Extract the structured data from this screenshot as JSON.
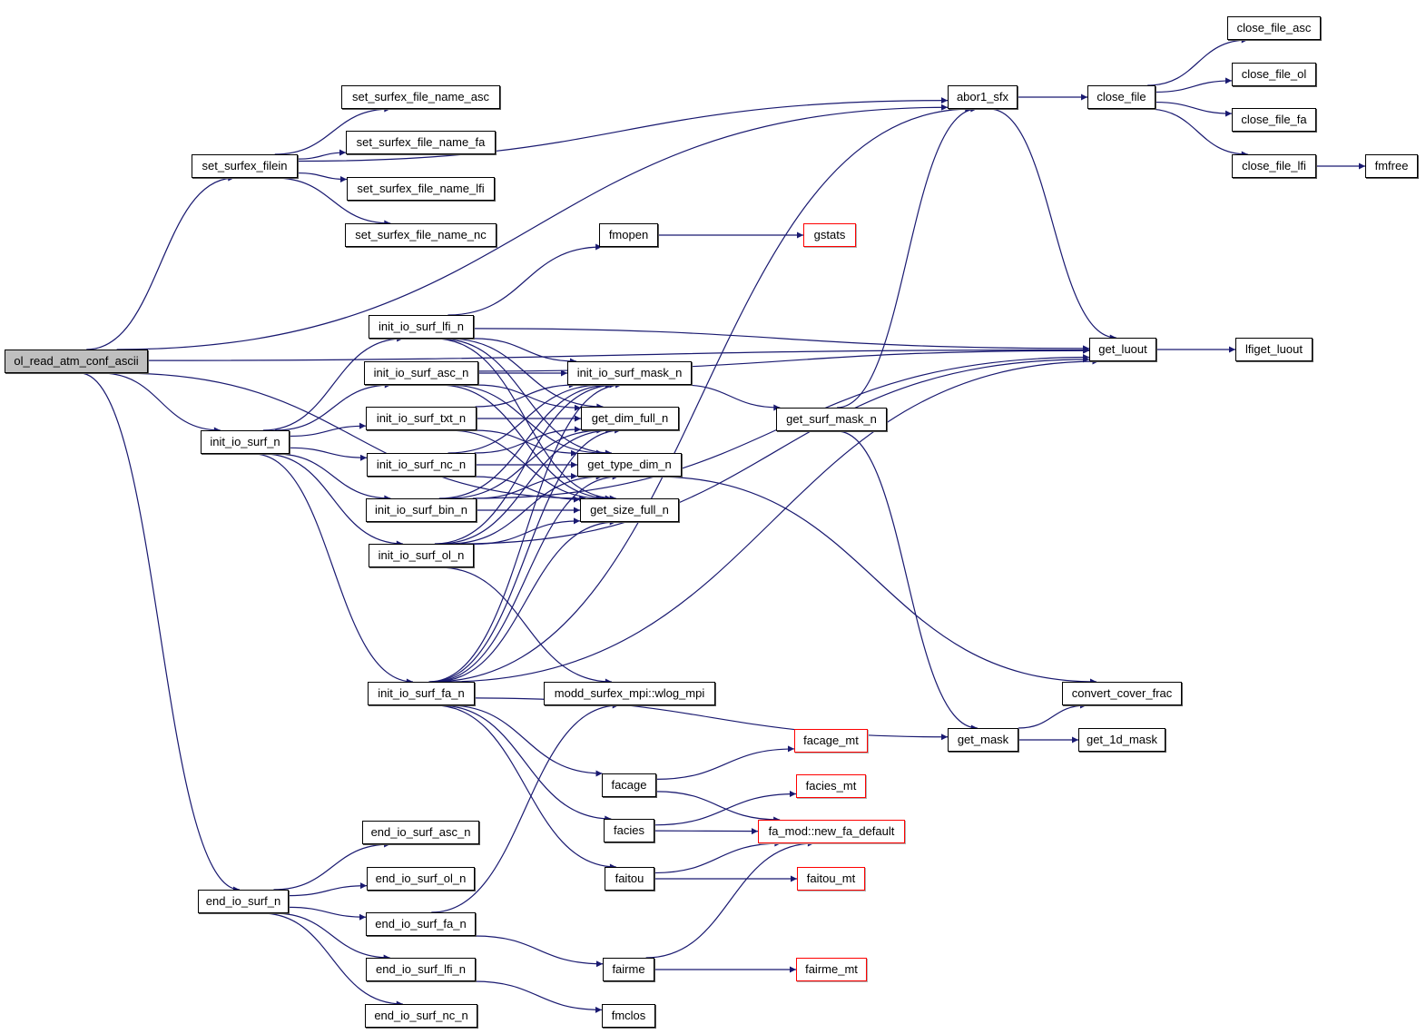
{
  "diagram": {
    "type": "call-graph",
    "edge_color": "#191970",
    "root_fill": "#bfbfbf",
    "external_border": "#ff0000",
    "nodes": [
      {
        "id": "ol_read_atm_conf_ascii",
        "label": "ol_read_atm_conf_ascii",
        "kind": "root"
      },
      {
        "id": "set_surfex_filein",
        "label": "set_surfex_filein",
        "kind": "normal"
      },
      {
        "id": "set_surfex_file_name_asc",
        "label": "set_surfex_file_name_asc",
        "kind": "normal"
      },
      {
        "id": "set_surfex_file_name_fa",
        "label": "set_surfex_file_name_fa",
        "kind": "normal"
      },
      {
        "id": "set_surfex_file_name_lfi",
        "label": "set_surfex_file_name_lfi",
        "kind": "normal"
      },
      {
        "id": "set_surfex_file_name_nc",
        "label": "set_surfex_file_name_nc",
        "kind": "normal"
      },
      {
        "id": "init_io_surf_n",
        "label": "init_io_surf_n",
        "kind": "normal"
      },
      {
        "id": "init_io_surf_lfi_n",
        "label": "init_io_surf_lfi_n",
        "kind": "normal"
      },
      {
        "id": "init_io_surf_asc_n",
        "label": "init_io_surf_asc_n",
        "kind": "normal"
      },
      {
        "id": "init_io_surf_txt_n",
        "label": "init_io_surf_txt_n",
        "kind": "normal"
      },
      {
        "id": "init_io_surf_nc_n",
        "label": "init_io_surf_nc_n",
        "kind": "normal"
      },
      {
        "id": "init_io_surf_bin_n",
        "label": "init_io_surf_bin_n",
        "kind": "normal"
      },
      {
        "id": "init_io_surf_ol_n",
        "label": "init_io_surf_ol_n",
        "kind": "normal"
      },
      {
        "id": "init_io_surf_fa_n",
        "label": "init_io_surf_fa_n",
        "kind": "normal"
      },
      {
        "id": "end_io_surf_n",
        "label": "end_io_surf_n",
        "kind": "normal"
      },
      {
        "id": "end_io_surf_asc_n",
        "label": "end_io_surf_asc_n",
        "kind": "normal"
      },
      {
        "id": "end_io_surf_ol_n",
        "label": "end_io_surf_ol_n",
        "kind": "normal"
      },
      {
        "id": "end_io_surf_fa_n",
        "label": "end_io_surf_fa_n",
        "kind": "normal"
      },
      {
        "id": "end_io_surf_lfi_n",
        "label": "end_io_surf_lfi_n",
        "kind": "normal"
      },
      {
        "id": "end_io_surf_nc_n",
        "label": "end_io_surf_nc_n",
        "kind": "normal"
      },
      {
        "id": "fmopen",
        "label": "fmopen",
        "kind": "normal"
      },
      {
        "id": "gstats",
        "label": "gstats",
        "kind": "external"
      },
      {
        "id": "init_io_surf_mask_n",
        "label": "init_io_surf_mask_n",
        "kind": "normal"
      },
      {
        "id": "get_dim_full_n",
        "label": "get_dim_full_n",
        "kind": "normal"
      },
      {
        "id": "get_type_dim_n",
        "label": "get_type_dim_n",
        "kind": "normal"
      },
      {
        "id": "get_size_full_n",
        "label": "get_size_full_n",
        "kind": "normal"
      },
      {
        "id": "modd_surfex_mpi_wlog_mpi",
        "label": "modd_surfex_mpi::wlog_mpi",
        "kind": "normal"
      },
      {
        "id": "facage",
        "label": "facage",
        "kind": "normal"
      },
      {
        "id": "facies",
        "label": "facies",
        "kind": "normal"
      },
      {
        "id": "faitou",
        "label": "faitou",
        "kind": "normal"
      },
      {
        "id": "fairme",
        "label": "fairme",
        "kind": "normal"
      },
      {
        "id": "fmclos",
        "label": "fmclos",
        "kind": "normal"
      },
      {
        "id": "facage_mt",
        "label": "facage_mt",
        "kind": "external"
      },
      {
        "id": "facies_mt",
        "label": "facies_mt",
        "kind": "external"
      },
      {
        "id": "fa_mod_new_fa_default",
        "label": "fa_mod::new_fa_default",
        "kind": "external"
      },
      {
        "id": "faitou_mt",
        "label": "faitou_mt",
        "kind": "external"
      },
      {
        "id": "fairme_mt",
        "label": "fairme_mt",
        "kind": "external"
      },
      {
        "id": "abor1_sfx",
        "label": "abor1_sfx",
        "kind": "normal"
      },
      {
        "id": "get_surf_mask_n",
        "label": "get_surf_mask_n",
        "kind": "normal"
      },
      {
        "id": "get_mask",
        "label": "get_mask",
        "kind": "normal"
      },
      {
        "id": "close_file",
        "label": "close_file",
        "kind": "normal"
      },
      {
        "id": "get_luout",
        "label": "get_luout",
        "kind": "normal"
      },
      {
        "id": "convert_cover_frac",
        "label": "convert_cover_frac",
        "kind": "normal"
      },
      {
        "id": "get_1d_mask",
        "label": "get_1d_mask",
        "kind": "normal"
      },
      {
        "id": "close_file_asc",
        "label": "close_file_asc",
        "kind": "normal"
      },
      {
        "id": "close_file_ol",
        "label": "close_file_ol",
        "kind": "normal"
      },
      {
        "id": "close_file_fa",
        "label": "close_file_fa",
        "kind": "normal"
      },
      {
        "id": "close_file_lfi",
        "label": "close_file_lfi",
        "kind": "normal"
      },
      {
        "id": "lfiget_luout",
        "label": "lfiget_luout",
        "kind": "normal"
      },
      {
        "id": "fmfree",
        "label": "fmfree",
        "kind": "normal"
      }
    ],
    "edges": [
      [
        "ol_read_atm_conf_ascii",
        "set_surfex_filein"
      ],
      [
        "ol_read_atm_conf_ascii",
        "abor1_sfx"
      ],
      [
        "ol_read_atm_conf_ascii",
        "get_luout"
      ],
      [
        "ol_read_atm_conf_ascii",
        "init_io_surf_n"
      ],
      [
        "ol_read_atm_conf_ascii",
        "get_size_full_n"
      ],
      [
        "ol_read_atm_conf_ascii",
        "end_io_surf_n"
      ],
      [
        "set_surfex_filein",
        "abor1_sfx"
      ],
      [
        "set_surfex_filein",
        "set_surfex_file_name_asc"
      ],
      [
        "set_surfex_filein",
        "set_surfex_file_name_fa"
      ],
      [
        "set_surfex_filein",
        "set_surfex_file_name_lfi"
      ],
      [
        "set_surfex_filein",
        "set_surfex_file_name_nc"
      ],
      [
        "init_io_surf_n",
        "init_io_surf_lfi_n"
      ],
      [
        "init_io_surf_n",
        "init_io_surf_asc_n"
      ],
      [
        "init_io_surf_n",
        "init_io_surf_txt_n"
      ],
      [
        "init_io_surf_n",
        "init_io_surf_nc_n"
      ],
      [
        "init_io_surf_n",
        "init_io_surf_bin_n"
      ],
      [
        "init_io_surf_n",
        "init_io_surf_ol_n"
      ],
      [
        "init_io_surf_n",
        "init_io_surf_fa_n"
      ],
      [
        "init_io_surf_lfi_n",
        "fmopen"
      ],
      [
        "init_io_surf_lfi_n",
        "get_luout"
      ],
      [
        "init_io_surf_lfi_n",
        "init_io_surf_mask_n"
      ],
      [
        "init_io_surf_lfi_n",
        "get_dim_full_n"
      ],
      [
        "init_io_surf_lfi_n",
        "get_type_dim_n"
      ],
      [
        "init_io_surf_lfi_n",
        "get_size_full_n"
      ],
      [
        "init_io_surf_asc_n",
        "get_luout"
      ],
      [
        "init_io_surf_asc_n",
        "init_io_surf_mask_n"
      ],
      [
        "init_io_surf_asc_n",
        "get_dim_full_n"
      ],
      [
        "init_io_surf_asc_n",
        "get_type_dim_n"
      ],
      [
        "init_io_surf_asc_n",
        "get_size_full_n"
      ],
      [
        "init_io_surf_txt_n",
        "init_io_surf_mask_n"
      ],
      [
        "init_io_surf_txt_n",
        "get_dim_full_n"
      ],
      [
        "init_io_surf_txt_n",
        "get_type_dim_n"
      ],
      [
        "init_io_surf_txt_n",
        "get_size_full_n"
      ],
      [
        "init_io_surf_nc_n",
        "init_io_surf_mask_n"
      ],
      [
        "init_io_surf_nc_n",
        "get_dim_full_n"
      ],
      [
        "init_io_surf_nc_n",
        "get_type_dim_n"
      ],
      [
        "init_io_surf_nc_n",
        "get_size_full_n"
      ],
      [
        "init_io_surf_bin_n",
        "init_io_surf_mask_n"
      ],
      [
        "init_io_surf_bin_n",
        "get_dim_full_n"
      ],
      [
        "init_io_surf_bin_n",
        "get_type_dim_n"
      ],
      [
        "init_io_surf_bin_n",
        "get_size_full_n"
      ],
      [
        "init_io_surf_bin_n",
        "get_luout"
      ],
      [
        "init_io_surf_ol_n",
        "init_io_surf_mask_n"
      ],
      [
        "init_io_surf_ol_n",
        "get_dim_full_n"
      ],
      [
        "init_io_surf_ol_n",
        "get_type_dim_n"
      ],
      [
        "init_io_surf_ol_n",
        "get_size_full_n"
      ],
      [
        "init_io_surf_ol_n",
        "get_luout"
      ],
      [
        "init_io_surf_ol_n",
        "modd_surfex_mpi_wlog_mpi"
      ],
      [
        "init_io_surf_fa_n",
        "init_io_surf_mask_n"
      ],
      [
        "init_io_surf_fa_n",
        "get_dim_full_n"
      ],
      [
        "init_io_surf_fa_n",
        "get_type_dim_n"
      ],
      [
        "init_io_surf_fa_n",
        "get_size_full_n"
      ],
      [
        "init_io_surf_fa_n",
        "abor1_sfx"
      ],
      [
        "init_io_surf_fa_n",
        "get_luout"
      ],
      [
        "init_io_surf_fa_n",
        "facage"
      ],
      [
        "init_io_surf_fa_n",
        "facies"
      ],
      [
        "init_io_surf_fa_n",
        "faitou"
      ],
      [
        "init_io_surf_fa_n",
        "get_mask"
      ],
      [
        "end_io_surf_n",
        "end_io_surf_asc_n"
      ],
      [
        "end_io_surf_n",
        "end_io_surf_ol_n"
      ],
      [
        "end_io_surf_n",
        "end_io_surf_fa_n"
      ],
      [
        "end_io_surf_n",
        "end_io_surf_lfi_n"
      ],
      [
        "end_io_surf_n",
        "end_io_surf_nc_n"
      ],
      [
        "end_io_surf_fa_n",
        "modd_surfex_mpi_wlog_mpi"
      ],
      [
        "end_io_surf_fa_n",
        "fairme"
      ],
      [
        "end_io_surf_lfi_n",
        "fmclos"
      ],
      [
        "fmopen",
        "gstats"
      ],
      [
        "init_io_surf_mask_n",
        "get_surf_mask_n"
      ],
      [
        "get_surf_mask_n",
        "abor1_sfx"
      ],
      [
        "get_surf_mask_n",
        "get_mask"
      ],
      [
        "get_type_dim_n",
        "convert_cover_frac"
      ],
      [
        "facage",
        "facage_mt"
      ],
      [
        "facage",
        "fa_mod_new_fa_default"
      ],
      [
        "facies",
        "facies_mt"
      ],
      [
        "facies",
        "fa_mod_new_fa_default"
      ],
      [
        "faitou",
        "fa_mod_new_fa_default"
      ],
      [
        "faitou",
        "faitou_mt"
      ],
      [
        "fairme",
        "fa_mod_new_fa_default"
      ],
      [
        "fairme",
        "fairme_mt"
      ],
      [
        "abor1_sfx",
        "close_file"
      ],
      [
        "abor1_sfx",
        "get_luout"
      ],
      [
        "close_file",
        "close_file_asc"
      ],
      [
        "close_file",
        "close_file_ol"
      ],
      [
        "close_file",
        "close_file_fa"
      ],
      [
        "close_file",
        "close_file_lfi"
      ],
      [
        "close_file_lfi",
        "fmfree"
      ],
      [
        "get_luout",
        "lfiget_luout"
      ],
      [
        "get_mask",
        "convert_cover_frac"
      ],
      [
        "get_mask",
        "get_1d_mask"
      ]
    ]
  }
}
